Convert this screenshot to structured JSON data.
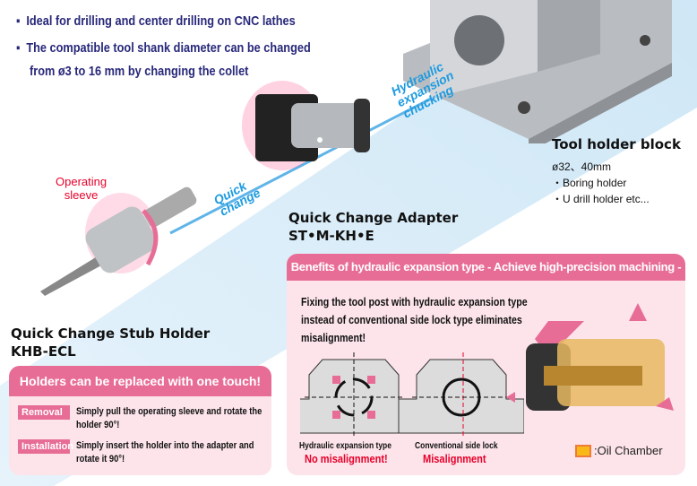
{
  "bullets": [
    "Ideal for drilling and center drilling on CNC lathes",
    "The compatible tool shank diameter can be changed",
    "from ø3 to 16 mm by changing the collet"
  ],
  "hydraulic_label": [
    "Hydraulic",
    "expansion",
    "chucking"
  ],
  "quick_change_label": [
    "Quick",
    "change"
  ],
  "operating_sleeve": [
    "Operating",
    "sleeve"
  ],
  "tool_holder_block": {
    "title": "Tool holder block",
    "size": "ø32、40mm",
    "items": [
      "・Boring holder",
      "・U drill holder etc..."
    ]
  },
  "adapter": {
    "title": "Quick Change Adapter",
    "model": "ST•M-KH•E"
  },
  "stub_holder": {
    "title": "Quick Change Stub Holder",
    "model": "KHB-ECL"
  },
  "one_touch": {
    "header": "Holders can be replaced with one touch!",
    "rows": [
      {
        "tag": "Removal",
        "text": "Simply pull the operating sleeve and rotate the holder 90°!"
      },
      {
        "tag": "Installation",
        "text": "Simply insert the holder into the adapter and rotate it 90°!"
      }
    ]
  },
  "benefits": {
    "header": "Benefits of hydraulic expansion type - Achieve high-precision machining -",
    "description": "Fixing the tool post with hydraulic expansion type instead of conventional side lock type eliminates misalignment!",
    "left_caption": "Hydraulic expansion type",
    "left_result": "No misalignment!",
    "right_caption": "Conventional side lock",
    "right_result": "Misalignment",
    "legend": ":Oil Chamber"
  },
  "colors": {
    "accent": "#e86d96",
    "navy": "#28287a",
    "blue": "#1e9be0",
    "red": "#e8002a",
    "oil": "#f8b818"
  }
}
